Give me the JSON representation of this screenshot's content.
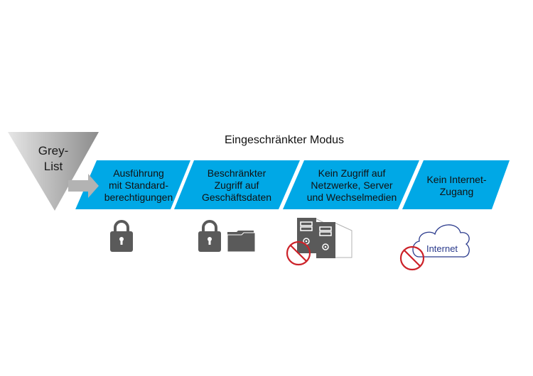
{
  "title": "Eingeschränkter Modus",
  "grey_list": {
    "line1": "Grey-",
    "line2": "List"
  },
  "colors": {
    "band": "#00a8e6",
    "icon_gray": "#5a5a5a",
    "prohibit_red": "#cc2229",
    "cloud_blue": "#2a3a8c"
  },
  "steps": [
    {
      "lines": [
        "Ausführung",
        "mit Standard-",
        "berechtigungen"
      ],
      "icon": "lock-icon"
    },
    {
      "lines": [
        "Beschränkter",
        "Zugriff auf",
        "Geschäftsdaten"
      ],
      "icon": "lock-folder-icon"
    },
    {
      "lines": [
        "Kein Zugriff auf",
        "Netzwerke, Server",
        "und Wechselmedien"
      ],
      "icon": "server-prohibited-icon"
    },
    {
      "lines": [
        "Kein Internet-",
        "Zugang"
      ],
      "icon": "internet-prohibited-icon"
    }
  ],
  "internet_label": "Internet"
}
